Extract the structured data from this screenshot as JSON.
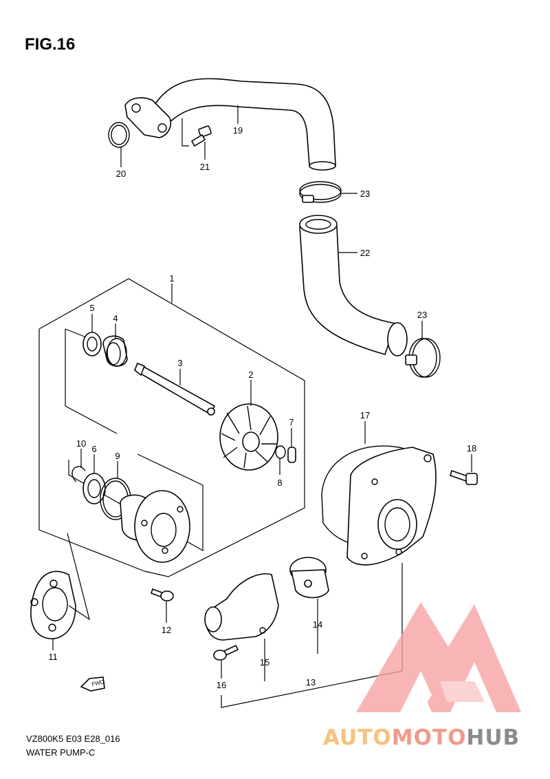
{
  "title": "FIG.16",
  "footer": {
    "model": "VZ800K5 E03 E28_016",
    "name": "WATER PUMP-C"
  },
  "callouts": [
    "1",
    "2",
    "3",
    "4",
    "5",
    "6",
    "7",
    "8",
    "9",
    "10",
    "11",
    "12",
    "13",
    "14",
    "15",
    "16",
    "17",
    "18",
    "19",
    "20",
    "21",
    "22",
    "23",
    "23"
  ],
  "fwd_label": "FWD",
  "watermark": {
    "part1": "AUTO",
    "part2": "MOTO",
    "part3": "HUB",
    "color1": "#f7c27a",
    "color2": "#f29a8a",
    "color3": "#8b8b8b",
    "logo_color": "#f8a3a3"
  }
}
